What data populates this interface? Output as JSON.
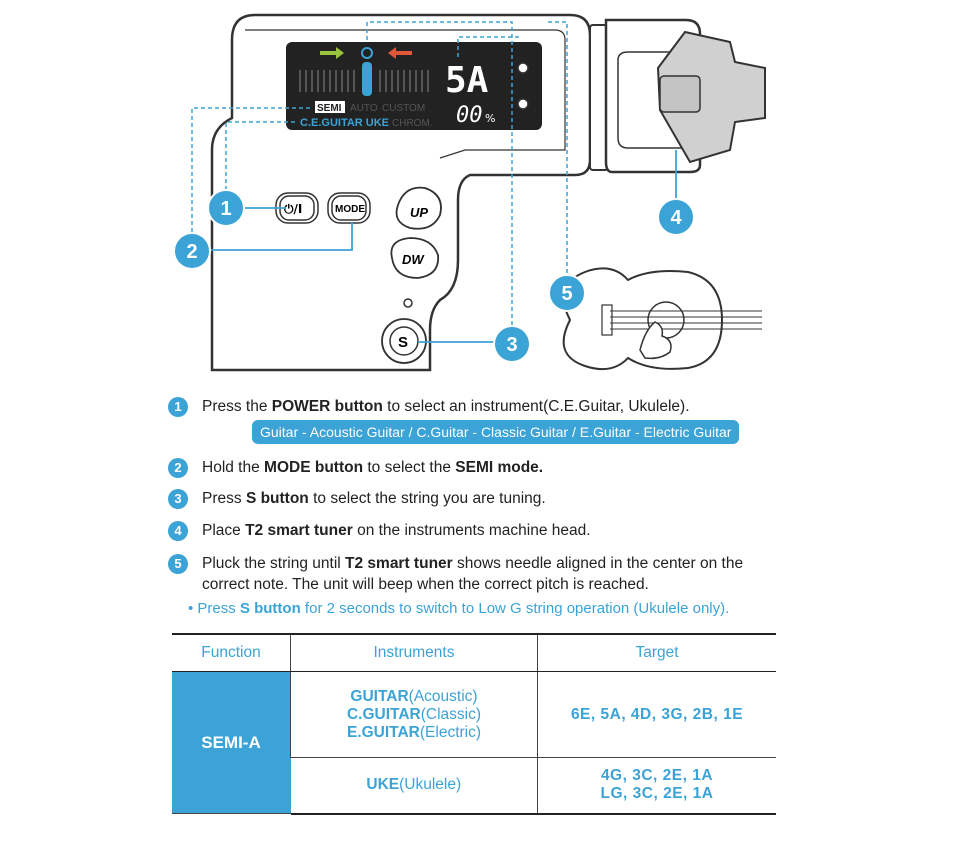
{
  "display": {
    "semi_label": "SEMI",
    "auto_label": "AUTO",
    "custom_label": "CUSTOM",
    "instrument_text": "C.E.GUITAR UKE",
    "chrom_label": "CHROM.",
    "note": "5A",
    "cents": "00",
    "cents_unit": "%"
  },
  "buttons": {
    "power": "⏻/I",
    "mode": "MODE",
    "up": "UP",
    "down": "DW",
    "s": "S"
  },
  "callouts": [
    "1",
    "2",
    "3",
    "4",
    "5"
  ],
  "steps": [
    {
      "num": "1",
      "pre": "Press the ",
      "bold": "POWER button",
      "post": " to select an instrument(C.E.Guitar, Ukulele)."
    },
    {
      "num": "2",
      "pre": "Hold the ",
      "bold": "MODE button",
      "mid": " to select the ",
      "bold2": "SEMI mode.",
      "post": ""
    },
    {
      "num": "3",
      "pre": "Press ",
      "bold": "S button",
      "post": " to select the string you are tuning."
    },
    {
      "num": "4",
      "pre": "Place ",
      "bold": "T2 smart tuner",
      "post": " on the instruments machine head."
    },
    {
      "num": "5",
      "pre": "Pluck the string until ",
      "bold": "T2 smart tuner",
      "post": " shows needle aligned in the center on the",
      "line2": "correct note. The unit will beep when the correct pitch is reached."
    }
  ],
  "instrument_pill": "Guitar - Acoustic Guitar / C.Guitar - Classic Guitar / E.Guitar - Electric Guitar",
  "note": {
    "bullet": "• Press ",
    "bold": "S button",
    "post": " for 2 seconds to switch to Low G string operation (Ukulele only)."
  },
  "table": {
    "headers": [
      "Function",
      "Instruments",
      "Target"
    ],
    "function": "SEMI-A",
    "rows": [
      {
        "instruments": [
          {
            "name": "GUITAR",
            "desc": "(Acoustic)"
          },
          {
            "name": "C.GUITAR",
            "desc": "(Classic)"
          },
          {
            "name": "E.GUITAR",
            "desc": "(Electric)"
          }
        ],
        "target": [
          "6E, 5A, 4D, 3G, 2B, 1E"
        ]
      },
      {
        "instruments": [
          {
            "name": "UKE",
            "desc": "(Ukulele)"
          }
        ],
        "target": [
          "4G, 3C, 2E, 1A",
          "LG, 3C, 2E, 1A"
        ]
      }
    ]
  },
  "colors": {
    "accent": "#3ba3d6",
    "display_bg": "#222222",
    "outline": "#333333"
  }
}
